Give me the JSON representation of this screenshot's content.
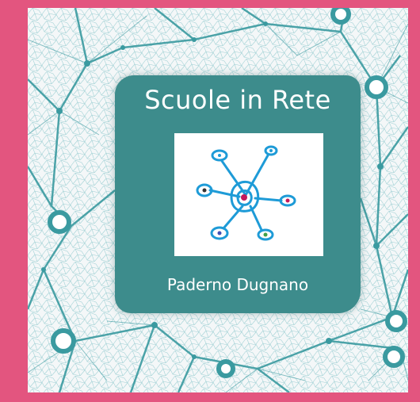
{
  "card": {
    "title": "Scuole in Rete",
    "subtitle": "Paderno Dugnano"
  },
  "colors": {
    "background": "#E3557F",
    "card": "#3D8C8C",
    "network": "#3A9AA0",
    "logo_blue": "#1E9BD7"
  },
  "icons": {
    "logo": "network-cells-logo"
  }
}
